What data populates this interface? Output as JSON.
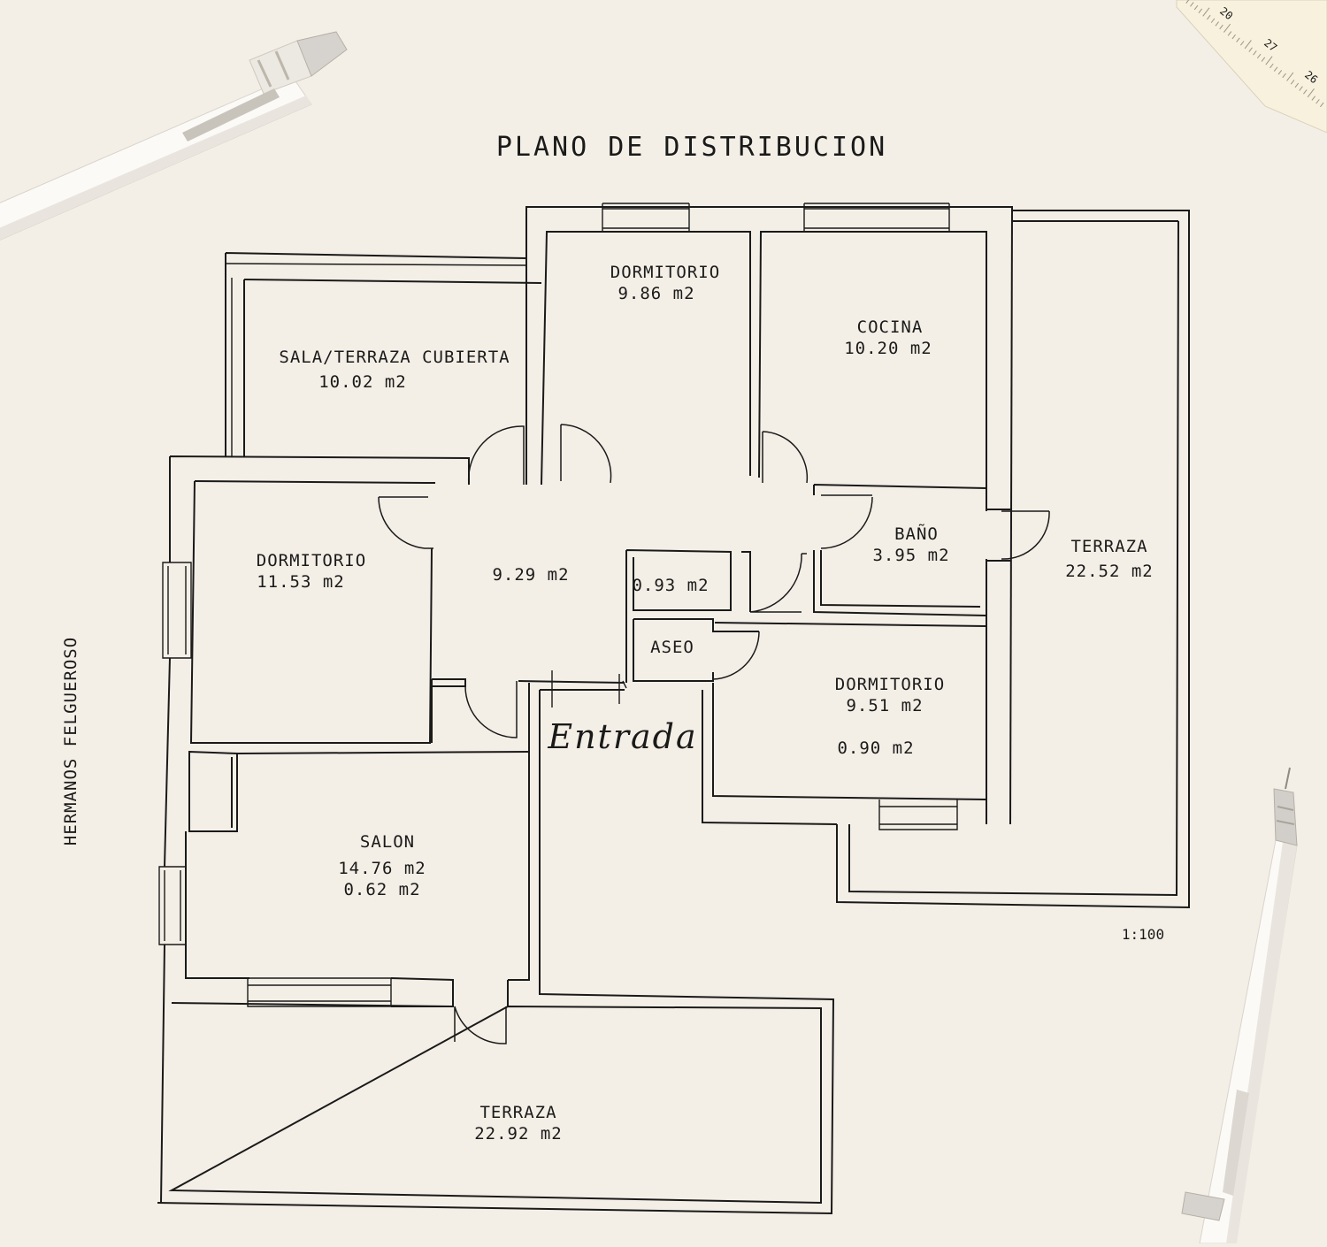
{
  "plan": {
    "title": "PLANO DE DISTRIBUCION",
    "side_label": "HERMANOS FELGUEROSO",
    "scale": "1:100",
    "entrance": "Entrada"
  },
  "rooms": {
    "sala": {
      "name": "SALA/TERRAZA CUBIERTA",
      "area": "10.02 m2"
    },
    "dorm_top": {
      "name": "DORMITORIO",
      "area": "9.86 m2"
    },
    "cocina": {
      "name": "COCINA",
      "area": "10.20 m2"
    },
    "terraza_right": {
      "name": "TERRAZA",
      "area": "22.52 m2"
    },
    "dorm_left": {
      "name": "DORMITORIO",
      "area": "11.53 m2"
    },
    "hall": {
      "area": "9.29 m2"
    },
    "closet": {
      "area": "0.93 m2"
    },
    "bano": {
      "name": "BAÑO",
      "area": "3.95 m2"
    },
    "aseo": {
      "name": "ASEO"
    },
    "dorm_right": {
      "name": "DORMITORIO",
      "area": "9.51 m2",
      "extra_area": "0.90 m2"
    },
    "salon": {
      "name": "SALON",
      "area": "14.76 m2",
      "extra_area": "0.62 m2"
    },
    "terraza_bottom": {
      "name": "TERRAZA",
      "area": "22.92 m2"
    }
  },
  "ruler": {
    "marks": [
      "20",
      "27",
      "26"
    ]
  }
}
